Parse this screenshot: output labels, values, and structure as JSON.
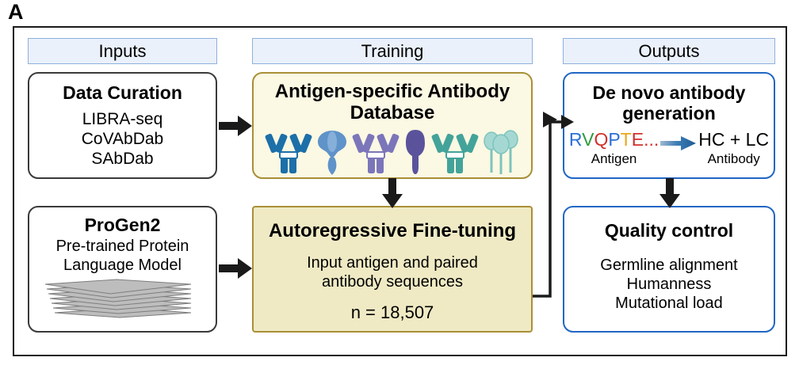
{
  "figure": {
    "panel_label": "A",
    "columns": [
      {
        "id": "inputs",
        "header": "Inputs"
      },
      {
        "id": "training",
        "header": "Training"
      },
      {
        "id": "outputs",
        "header": "Outputs"
      }
    ]
  },
  "boxes": {
    "data_curation": {
      "title": "Data Curation",
      "items": [
        "LIBRA-seq",
        "CoVAbDab",
        "SAbDab"
      ]
    },
    "progen2": {
      "title": "ProGen2",
      "items": [
        "Pre-trained Protein",
        "Language Model"
      ],
      "icon": "stacked-pages-icon"
    },
    "database": {
      "title": "Antigen-specific Antibody Database",
      "title_line1": "Antigen-specific Antibody",
      "title_line2": "Database",
      "icons": [
        {
          "name": "antibody-icon-blue",
          "antibody_color": "#1c6fa8",
          "antigen_color": "#5f93c9",
          "antigen_shape": "trimer-spike"
        },
        {
          "name": "antibody-icon-purple",
          "antibody_color": "#7b76ba",
          "antigen_color": "#5a539c",
          "antigen_shape": "club-paddle"
        },
        {
          "name": "antibody-icon-teal",
          "antibody_color": "#43a39a",
          "antigen_color": "#a5d8d2",
          "antigen_shape": "lollipop-cluster"
        }
      ]
    },
    "finetune": {
      "title": "Autoregressive Fine-tuning",
      "items": [
        "Input antigen and paired",
        "antibody sequences"
      ],
      "count": "n = 18,507"
    },
    "denovo": {
      "title": "De novo antibody generation",
      "title_line1": "De novo antibody",
      "title_line2": "generation",
      "sequence": [
        {
          "letter": "R",
          "color_class": "aa-blue"
        },
        {
          "letter": "V",
          "color_class": "aa-green"
        },
        {
          "letter": "Q",
          "color_class": "aa-red"
        },
        {
          "letter": "P",
          "color_class": "aa-blue"
        },
        {
          "letter": "T",
          "color_class": "aa-orange"
        },
        {
          "letter": "E",
          "color_class": "aa-red"
        },
        {
          "letter": "...",
          "color_class": "aa-dots"
        }
      ],
      "input_caption": "Antigen",
      "output_label": "HC + LC",
      "output_caption": "Antibody"
    },
    "quality": {
      "title": "Quality control",
      "items": [
        "Germline alignment",
        "Humanness",
        "Mutational load"
      ]
    }
  },
  "colors": {
    "header_fill": "#eaf1fb",
    "header_border": "#8fb0dd",
    "input_border": "#3a3a3a",
    "training_border": "#a98f37",
    "training_fill_light": "#fbf8e3",
    "training_fill_dark": "#efeac4",
    "output_border": "#2166c4",
    "arrow_black": "#1a1a1a",
    "arrow_blue": "#2a6aa8"
  }
}
